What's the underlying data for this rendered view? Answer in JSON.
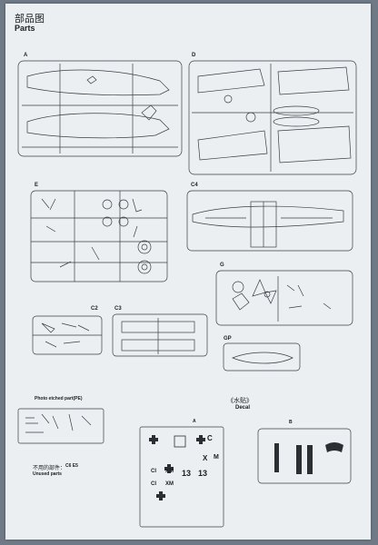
{
  "header": {
    "title_cn": "部品图",
    "title_en": "Parts"
  },
  "sprues": {
    "A": "A",
    "D": "D",
    "E": "E",
    "C4": "C4",
    "G": "G",
    "C2": "C2",
    "C3": "C3",
    "GP": "GP"
  },
  "photo_etched": {
    "label": "Photo etched part(PE)"
  },
  "unused": {
    "label_cn": "不用的部件：",
    "codes": "C6 E5",
    "label_en": "Unused parts"
  },
  "decal": {
    "label_cn": "《水贴》",
    "label_en": "Decal",
    "sheet_a": "A",
    "sheet_b": "B",
    "markings": [
      "C",
      "X",
      "M",
      "13",
      "13",
      "CI",
      "XM",
      "CI",
      "XM"
    ]
  }
}
